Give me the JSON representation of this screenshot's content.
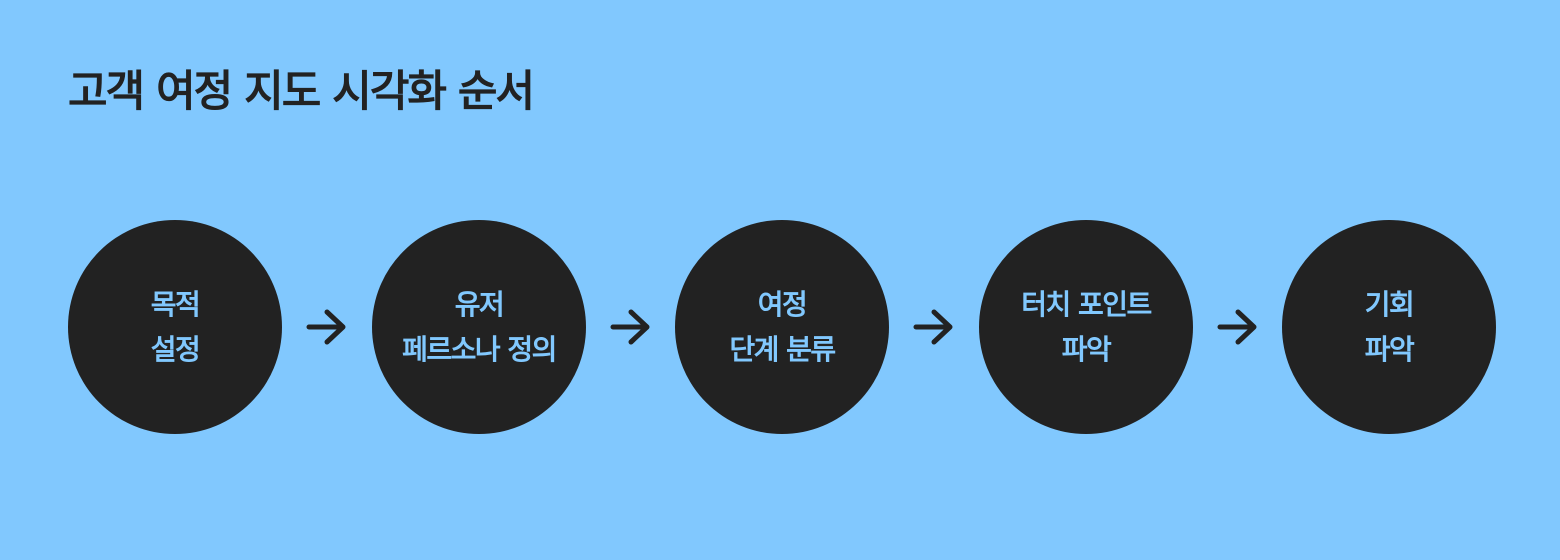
{
  "title": "고객 여정 지도 시각화 순서",
  "steps": [
    {
      "lines": [
        "목적",
        "설정"
      ]
    },
    {
      "lines": [
        "유저",
        "페르소나 정의"
      ]
    },
    {
      "lines": [
        "여정",
        "단계 분류"
      ]
    },
    {
      "lines": [
        "터치 포인트",
        "파악"
      ]
    },
    {
      "lines": [
        "기회",
        "파악"
      ]
    }
  ],
  "arrows": {
    "count": 4,
    "icon": "arrow-right-icon"
  },
  "colors": {
    "background": "#81c8fe",
    "circle": "#222222",
    "circle_text": "#81c8fe",
    "title_text": "#222222"
  }
}
